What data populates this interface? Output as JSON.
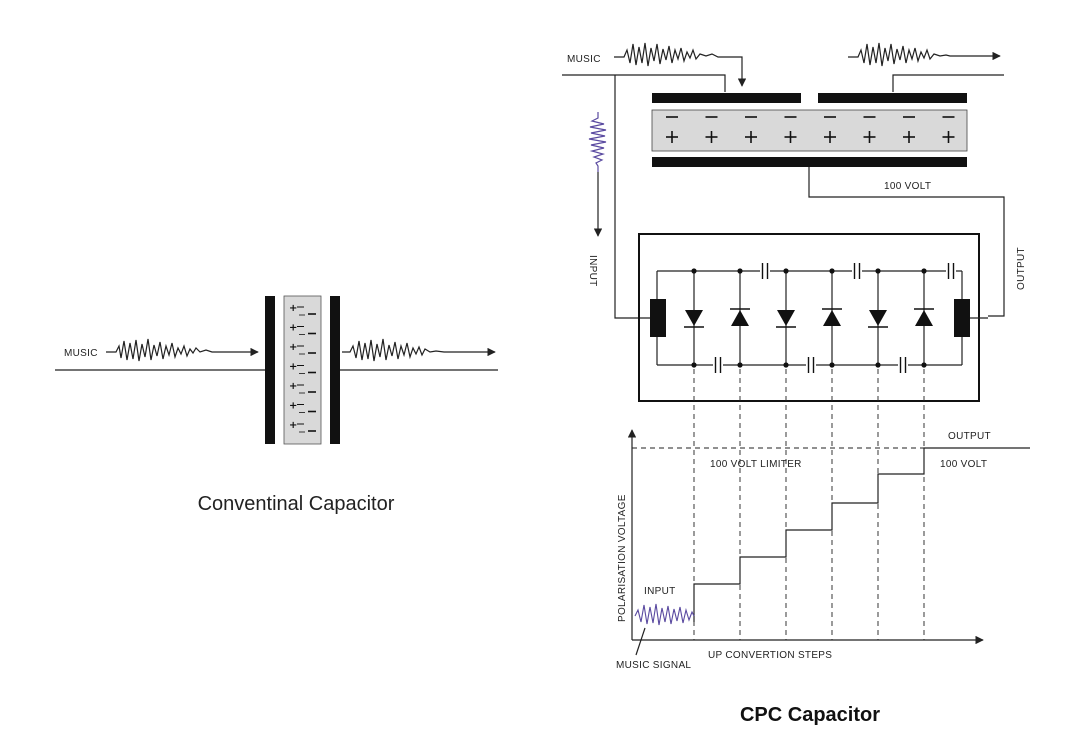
{
  "conventional": {
    "music_label": "MUSIC",
    "caption": "Conventinal Capacitor"
  },
  "cpc": {
    "music_label": "MUSIC",
    "input_label": "INPUT",
    "output_label": "OUTPUT",
    "volt_label": "100 VOLT",
    "graph": {
      "output_label": "OUTPUT",
      "limiter_label": "100 VOLT LIMITER",
      "volt_label": "100 VOLT",
      "y_axis_label": "POLARISATION  VOLTAGE",
      "x_axis_label": "UP CONVERTION STEPS",
      "input_label": "INPUT",
      "music_signal_label": "MUSIC SIGNAL"
    },
    "caption": "CPC Capacitor"
  },
  "colors": {
    "ink": "#222222",
    "dielectric": "#d9d9d9",
    "input_signal": "#5a4aa0"
  },
  "icons": [
    "arrow-right-icon",
    "arrow-down-icon",
    "arrow-up-icon",
    "diode-icon",
    "capacitor-icon"
  ]
}
